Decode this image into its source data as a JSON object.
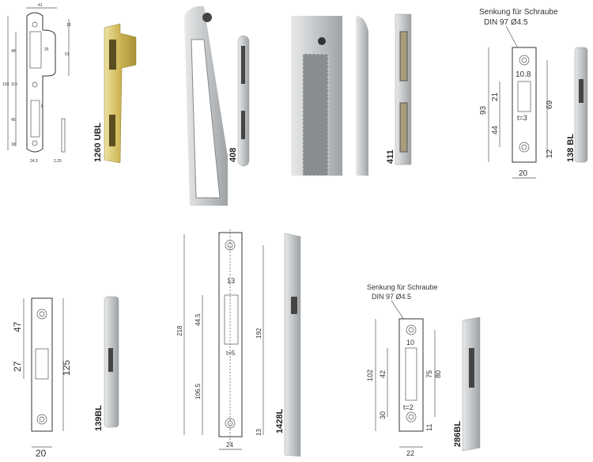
{
  "products": {
    "p1260": {
      "label": "1260 UBL",
      "dims": [
        "41",
        "18",
        "48",
        "25",
        "51",
        "115",
        "193",
        "45",
        "8",
        "18",
        "24.5",
        "2.25"
      ]
    },
    "p408": {
      "label": "408"
    },
    "p411": {
      "label": "411"
    },
    "p138": {
      "label": "138 BL",
      "note1": "Senkung für Schraube",
      "note2": "DIN 97 Ø4.5",
      "dims": [
        "10.8",
        "93",
        "21",
        "69",
        "t=3",
        "44",
        "12",
        "20"
      ]
    },
    "p139": {
      "label": "139BL",
      "dims": [
        "47",
        "27",
        "125",
        "20"
      ]
    },
    "p1428": {
      "label": "1428L",
      "dims": [
        "218",
        "13",
        "44.5",
        "192",
        "t=5",
        "106.5",
        "13",
        "24"
      ]
    },
    "p286": {
      "label": "286BL",
      "note1": "Senkung für Schraube",
      "note2": "DIN 97 Ø4.5",
      "dims": [
        "10",
        "102",
        "42",
        "75",
        "80",
        "t=2",
        "30",
        "11",
        "22"
      ]
    }
  },
  "colors": {
    "metal": "#c9ccce",
    "brass": "#d8c25a",
    "line": "#555555"
  }
}
